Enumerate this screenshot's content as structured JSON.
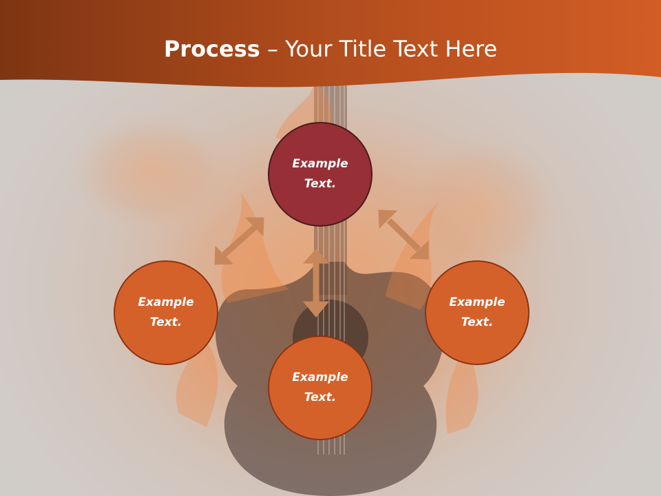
{
  "title": {
    "bold": "Process",
    "rest": " – Your Title Text Here"
  },
  "nodes": {
    "top": "Example\nText.",
    "left": "Example\nText.",
    "right": "Example\nText.",
    "bottom": "Example\nText."
  },
  "colors": {
    "header_band": "#c4581f",
    "accent_node": "#963036",
    "node": "#d5612a",
    "arrow": "#c8875a",
    "background": "#cfcbc8"
  }
}
